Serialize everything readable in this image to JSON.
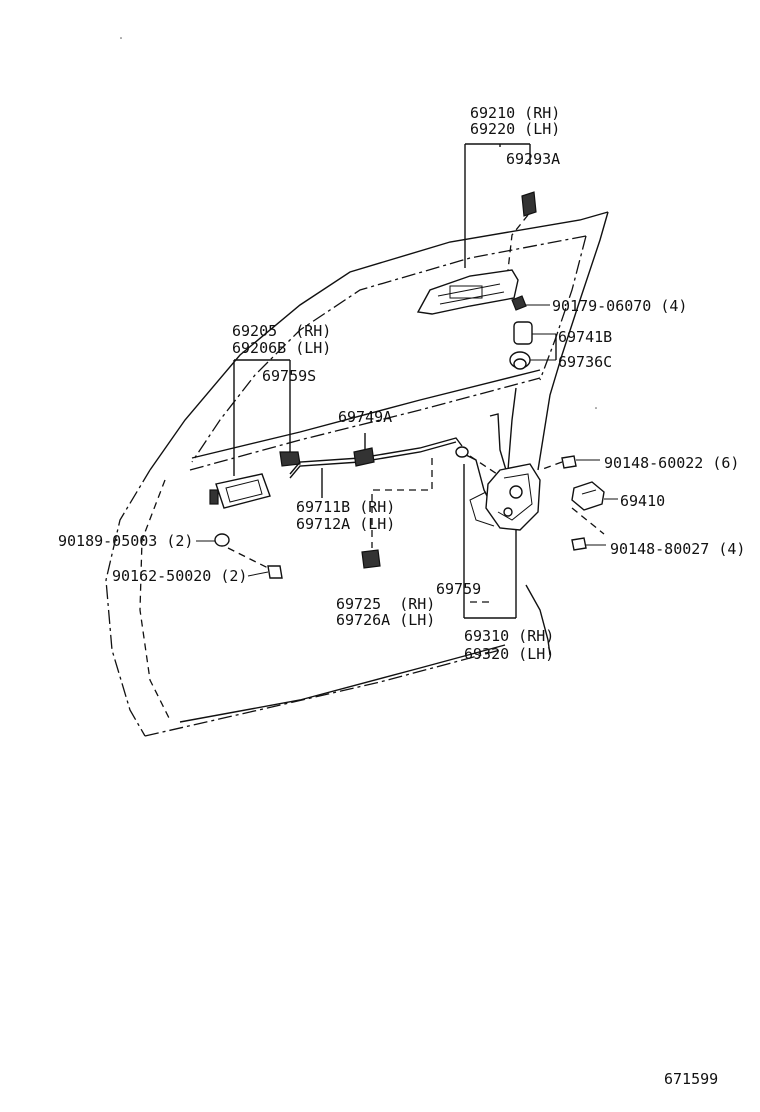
{
  "parts": {
    "outside_handle_rh": "69210 (RH)",
    "outside_handle_lh": "69220 (LH)",
    "handle_clip": "69293A",
    "handle_bolt": "90179-06070 (4)",
    "cylinder_cap": "69741B",
    "cylinder_grommet": "69736C",
    "inside_handle_rh": "69205  (RH)",
    "inside_handle_lh": "69206B (LH)",
    "inside_handle_clip": "69759S",
    "cable_clamp": "69749A",
    "rod_rh": "69711B (RH)",
    "rod_lh": "69712A (LH)",
    "lock_screw": "90148-60022 (6)",
    "striker": "69410",
    "striker_screw": "90148-80027 (4)",
    "clip_screw": "90189-05003 (2)",
    "handle_screw": "90162-50020 (2)",
    "rod_clip": "69759",
    "link_rh": "69725  (RH)",
    "link_lh": "69726A (LH)",
    "lock_assy_rh": "69310 (RH)",
    "lock_assy_lh": "69320 (LH)"
  },
  "diagram_number": "671599"
}
